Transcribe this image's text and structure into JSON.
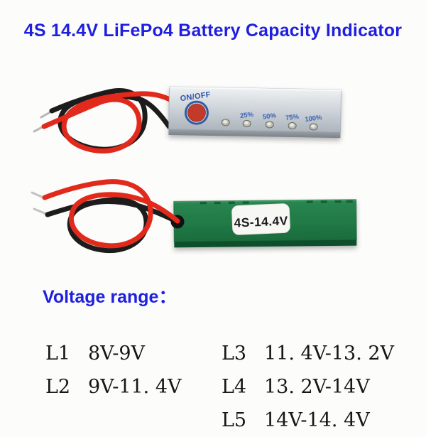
{
  "title": "4S 14.4V LiFePo4 Battery Capacity Indicator",
  "colors": {
    "heading_blue": "#1f1fe0",
    "wire_red": "#e22a1c",
    "wire_black": "#1c1c1c",
    "pcb_silver": "#c4cad1",
    "pcb_green": "#217a46",
    "button_red": "#c23a2b",
    "button_ring_blue": "#2d5aa4",
    "led_label_blue": "#2f5cb5",
    "model_label_text": "#1d1d1d"
  },
  "product_front": {
    "power_label": "ON/OFF",
    "led_count": 5,
    "led_labels": [
      "25%",
      "50%",
      "75%",
      "100%"
    ]
  },
  "product_back": {
    "model_label": "4S-14.4V"
  },
  "voltage_section": {
    "heading": "Voltage range：",
    "rows": [
      {
        "label": "L1",
        "range": "8V-9V"
      },
      {
        "label": "L2",
        "range": "9V-11. 4V"
      },
      {
        "label": "L3",
        "range": "11. 4V-13. 2V"
      },
      {
        "label": "L4",
        "range": "13. 2V-14V"
      },
      {
        "label": "L5",
        "range": "14V-14. 4V"
      }
    ]
  }
}
